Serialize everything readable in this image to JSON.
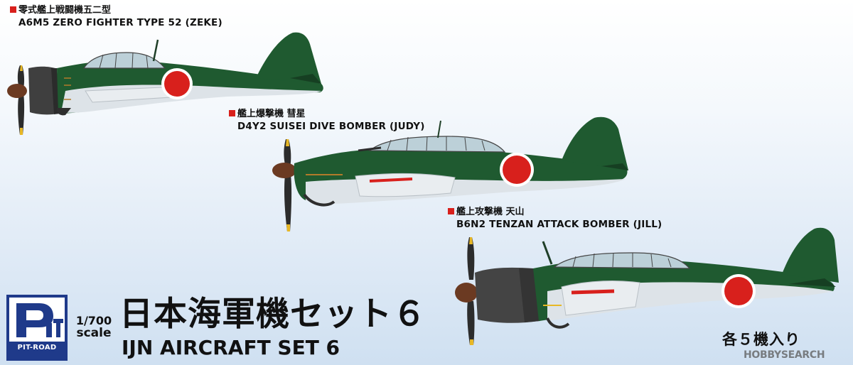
{
  "aircraft": [
    {
      "name_jp": "零式艦上戦闘機五二型",
      "name_en": "A6M5 ZERO FIGHTER TYPE 52 (ZEKE)"
    },
    {
      "name_jp": "艦上爆撃機 彗星",
      "name_en": "D4Y2 SUISEI DIVE BOMBER (JUDY)"
    },
    {
      "name_jp": "艦上攻撃機 天山",
      "name_en": "B6N2 TENZAN ATTACK BOMBER (JILL)"
    }
  ],
  "brand": {
    "logo_text": "PIT-ROAD"
  },
  "scale": {
    "value": "1/700",
    "unit": "scale"
  },
  "title": {
    "jp": "日本海軍機セット６",
    "en": "IJN AIRCRAFT SET 6"
  },
  "count_note": "各５機入り",
  "watermark": "HOBBYSEARCH",
  "colors": {
    "camouflage_green": "#1f5a30",
    "underside": "#dde3e8",
    "hinomaru_red": "#d8201c",
    "spinner_brown": "#6b3a22",
    "prop_tip_yellow": "#e8b826",
    "cowl_grey": "#4a4a4a",
    "bullet_red": "#d8201c"
  }
}
